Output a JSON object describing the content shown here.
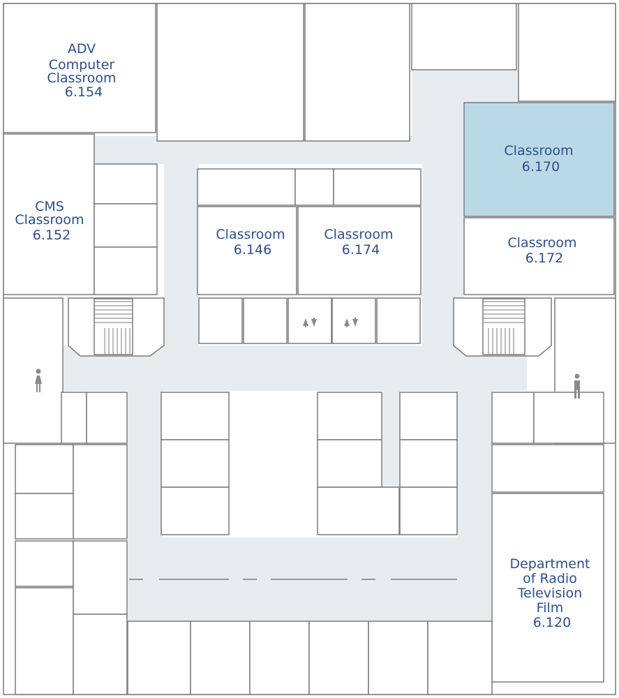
{
  "rooms": {
    "r6154": {
      "lines": [
        "ADV",
        "Computer",
        "Classroom",
        "6.154"
      ]
    },
    "r6152": {
      "lines": [
        "CMS",
        "Classroom",
        "6.152"
      ]
    },
    "r6146": {
      "lines": [
        "Classroom",
        "6.146"
      ]
    },
    "r6174": {
      "lines": [
        "Classroom",
        "6.174"
      ]
    },
    "r6170": {
      "lines": [
        "Classroom",
        "6.170"
      ],
      "highlighted": true
    },
    "r6172": {
      "lines": [
        "Classroom",
        "6.172"
      ]
    },
    "r6120": {
      "lines": [
        "Department",
        "of Radio",
        "Television",
        "Film",
        "6.120"
      ]
    }
  },
  "icons": {
    "elevator": "elevator-arrows-icon",
    "womens_restroom": "womens-restroom-icon",
    "mens_restroom": "mens-restroom-icon",
    "stairs": "stairs-icon"
  },
  "colors": {
    "highlight": "#b9d9e6",
    "hallway": "#e8ecef",
    "label": "#2f4e8a",
    "walls": "#7a7a7a"
  }
}
